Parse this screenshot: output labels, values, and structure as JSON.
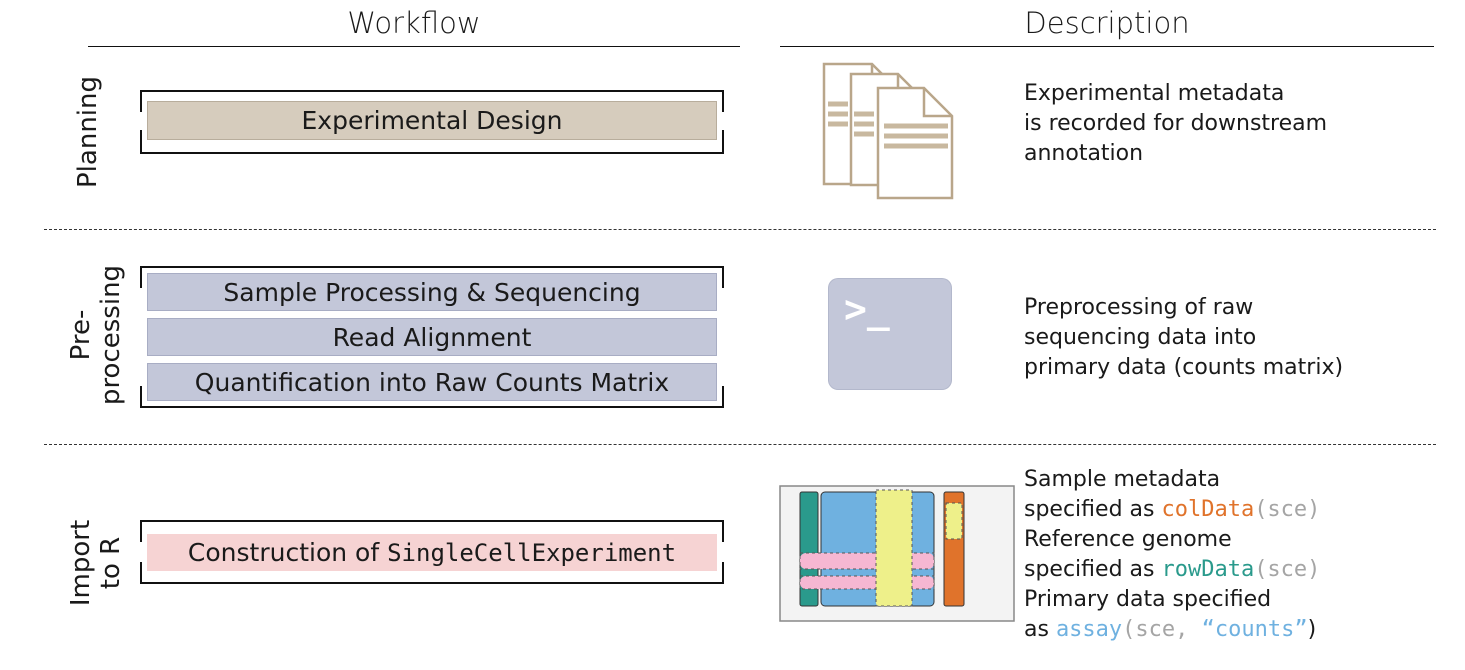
{
  "headers": {
    "workflow": "Workflow",
    "description": "Description"
  },
  "sections": {
    "planning": {
      "label": "Planning",
      "steps": [
        "Experimental Design"
      ],
      "desc": [
        "Experimental metadata",
        "is recorded for downstream",
        "annotation"
      ]
    },
    "preprocessing": {
      "label_line1": "Pre-",
      "label_line2": "processing",
      "steps": [
        "Sample Processing & Sequencing",
        "Read Alignment",
        "Quantification into Raw Counts Matrix"
      ],
      "desc": [
        "Preprocessing of raw",
        "sequencing data into",
        "primary data (counts matrix)"
      ]
    },
    "import": {
      "label_line1": "Import",
      "label_line2": "to R",
      "step_prefix": "Construction of ",
      "step_code": "SingleCellExperiment",
      "desc": {
        "l1": "Sample metadata",
        "l2_text": "specified as ",
        "l2_fn": "colData",
        "l2_args": "(sce)",
        "l3": "Reference genome",
        "l4_text": "specified as ",
        "l4_fn": "rowData",
        "l4_args": "(sce)",
        "l5": "Primary data specified",
        "l6_text": "as ",
        "l6_fn": "assay",
        "l6_open": "(sce, ",
        "l6_str": "“counts”",
        "l6_close": ")"
      }
    }
  },
  "icons": {
    "terminal_prompt": ">_"
  },
  "colors": {
    "beige": "#d6ccbd",
    "lavender": "#c3c7d9",
    "pink": "#f6d3d3",
    "orange": "#e0732b",
    "teal": "#2a9a8c",
    "blue": "#6fb1e0",
    "yellow": "#eef08a",
    "doc_stroke": "#b9a68a"
  }
}
